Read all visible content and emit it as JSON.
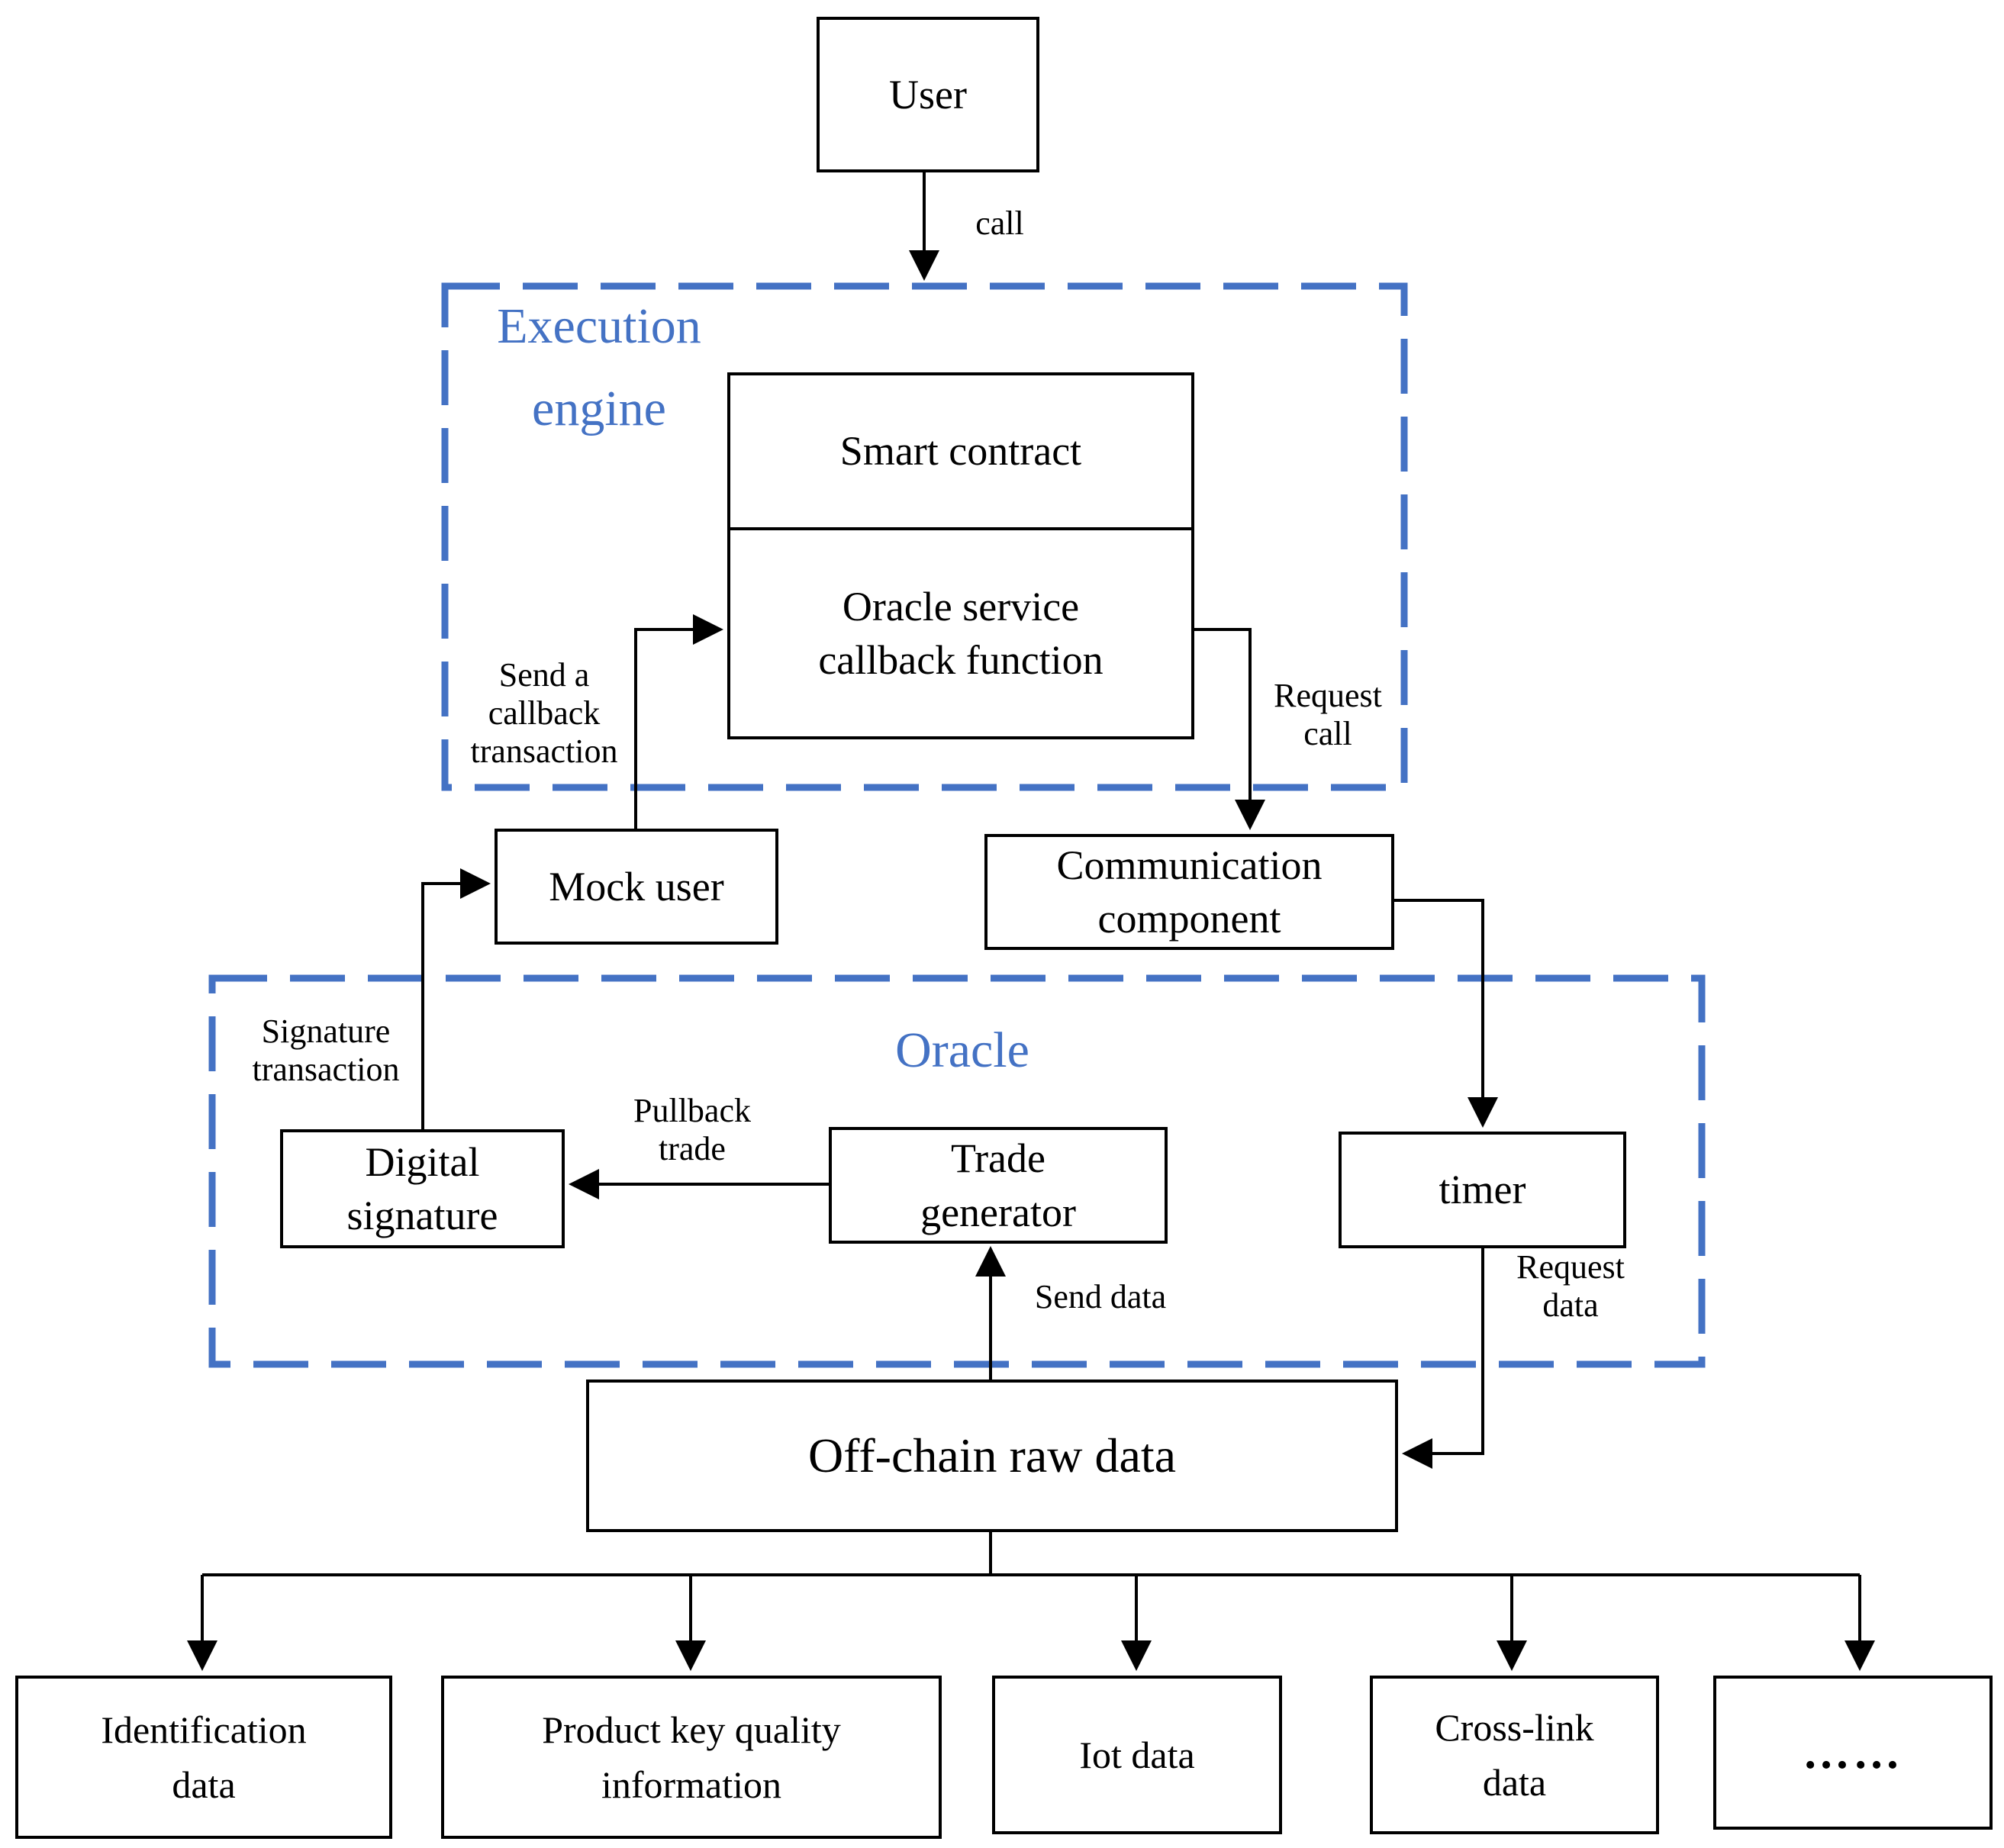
{
  "diagram": {
    "title_hint": "Blockchain oracle execution architecture flowchart",
    "colors": {
      "background": "#ffffff",
      "box_border": "#000000",
      "line": "#000000",
      "group_border": "#4472C4",
      "group_label": "#4472C4",
      "text": "#000000"
    },
    "groups": {
      "execution_engine": {
        "label": "Execution\nengine"
      },
      "oracle": {
        "label": "Oracle"
      }
    },
    "nodes": {
      "user": {
        "label": "User"
      },
      "smart_contract": {
        "label": "Smart contract"
      },
      "oracle_callback": {
        "label": "Oracle service\ncallback function"
      },
      "mock_user": {
        "label": "Mock user"
      },
      "communication": {
        "label": "Communication\ncomponent"
      },
      "digital_signature": {
        "label": "Digital\nsignature"
      },
      "trade_generator": {
        "label": "Trade\ngenerator"
      },
      "timer": {
        "label": "timer"
      },
      "offchain": {
        "label": "Off-chain raw data"
      },
      "identification": {
        "label": "Identification\ndata"
      },
      "product_quality": {
        "label": "Product key quality\ninformation"
      },
      "iot": {
        "label": "Iot data"
      },
      "crosslink": {
        "label": "Cross-link\ndata"
      },
      "more": {
        "label": "……"
      }
    },
    "edge_labels": {
      "call": {
        "label": "call"
      },
      "send_callback": {
        "label": "Send a\ncallback\ntransaction"
      },
      "request_call": {
        "label": "Request\ncall"
      },
      "signature_transaction": {
        "label": "Signature\ntransaction"
      },
      "pullback_trade": {
        "label": "Pullback\ntrade"
      },
      "send_data": {
        "label": "Send data"
      },
      "request_data": {
        "label": "Request\ndata"
      }
    }
  }
}
